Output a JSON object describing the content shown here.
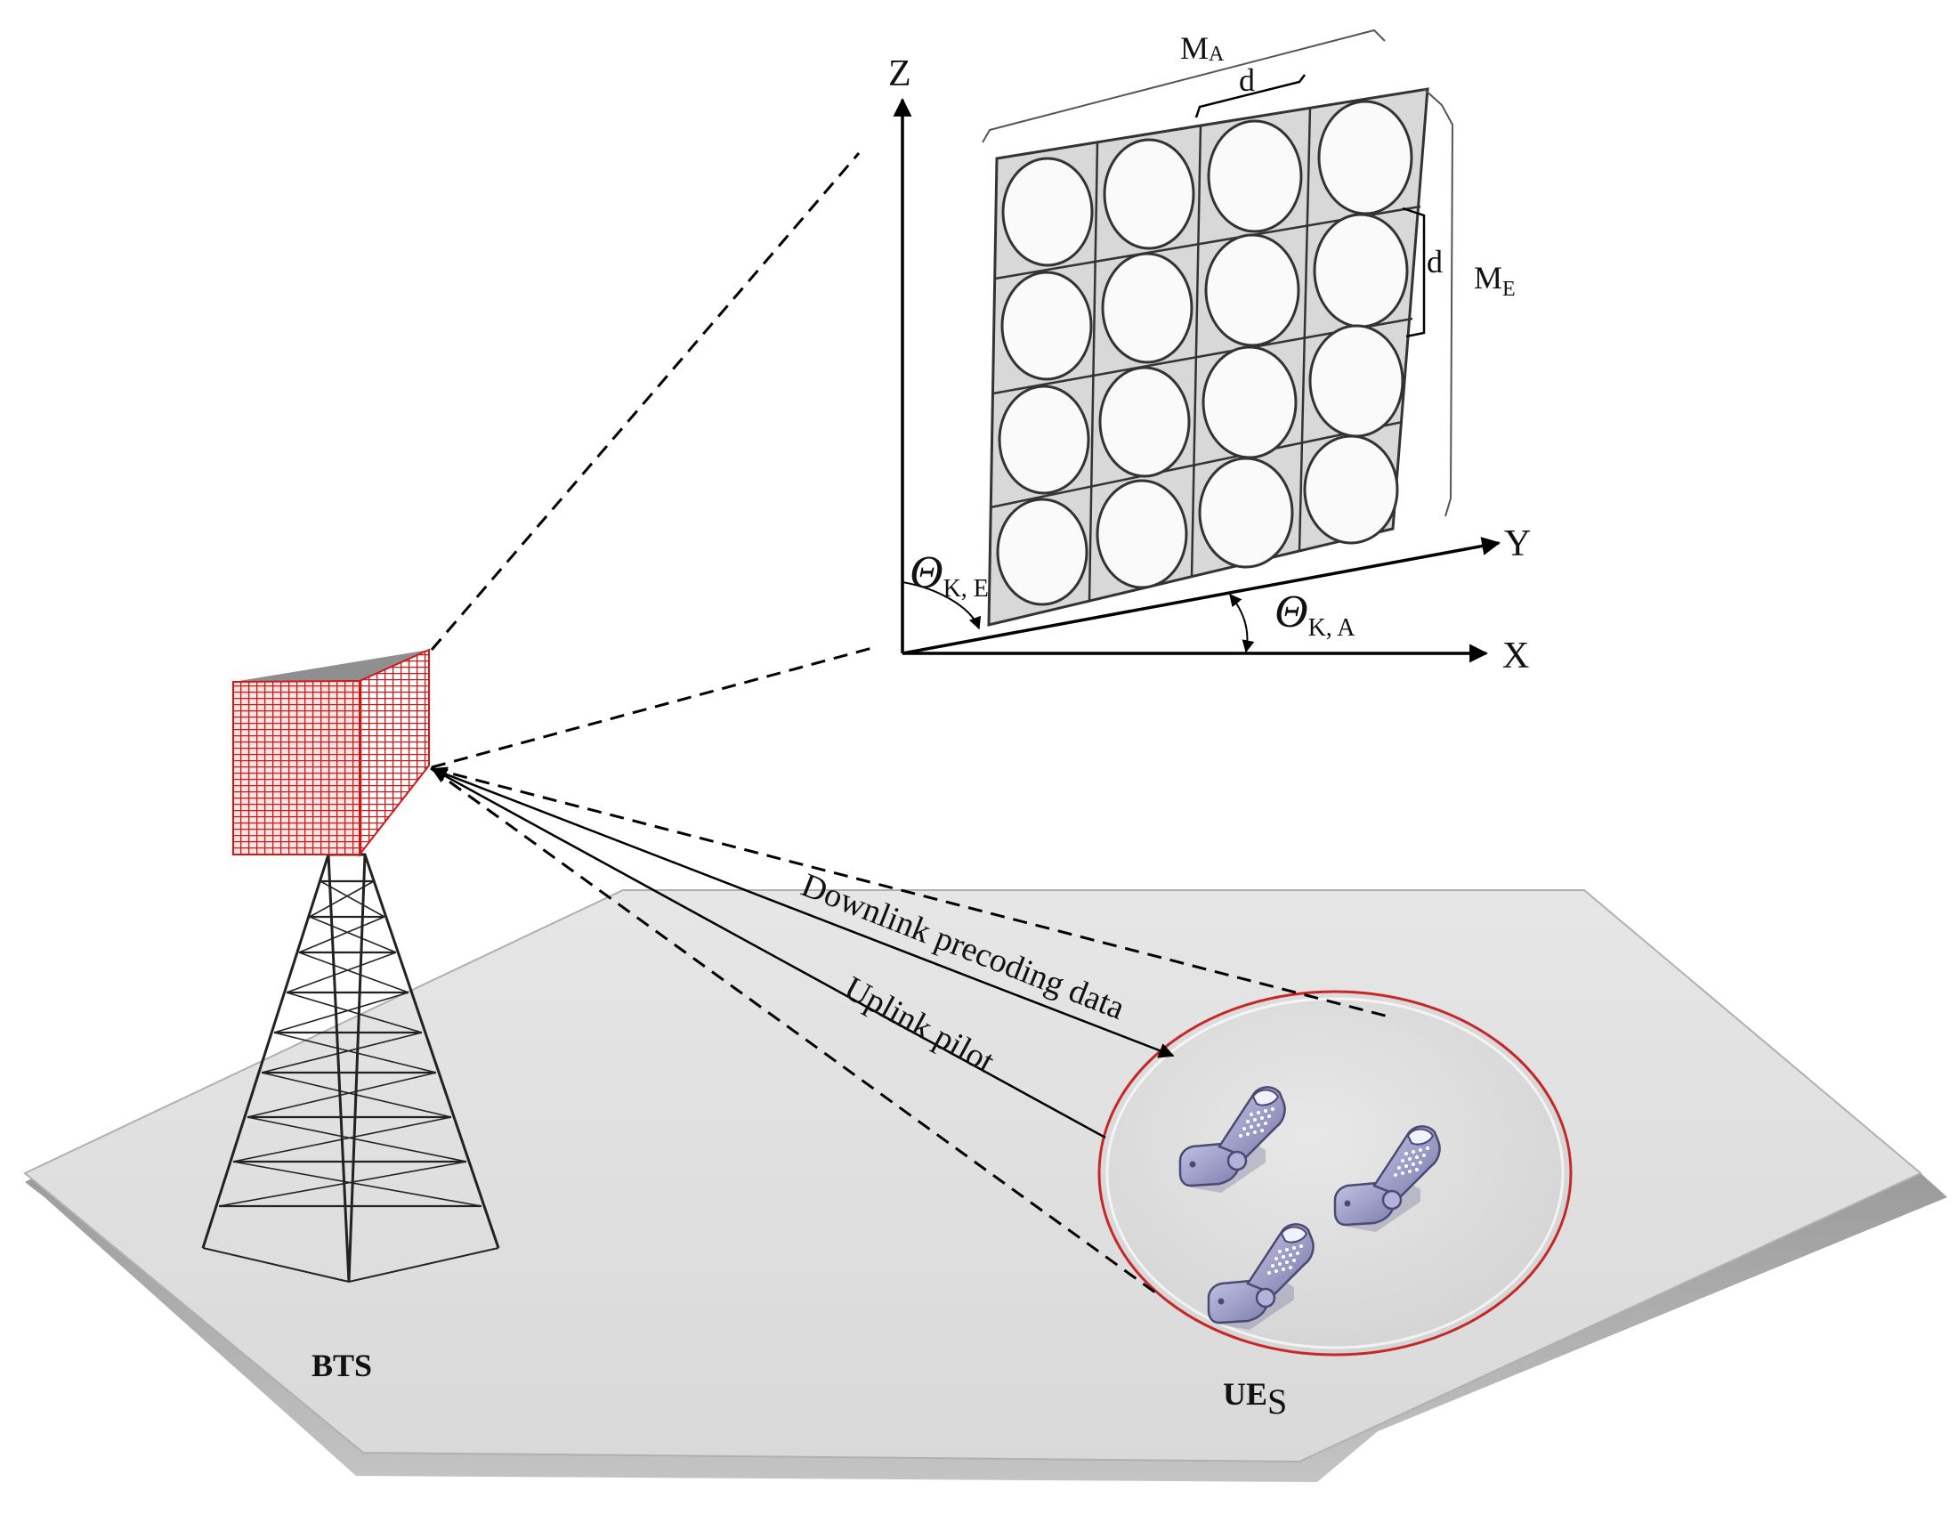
{
  "diagram": {
    "array": {
      "axis_z": "Z",
      "axis_y": "Y",
      "axis_x": "X",
      "width_symbol": "M",
      "width_subscript": "A",
      "height_symbol": "M",
      "height_subscript": "E",
      "spacing_h": "d",
      "spacing_v": "d",
      "elevation_symbol": "Θ",
      "elevation_subscript": "K, E",
      "azimuth_symbol": "Θ",
      "azimuth_subscript": "K, A",
      "rows": 4,
      "cols": 4
    },
    "links": {
      "downlink": "Downlink precoding data",
      "uplink": "Uplink pilot"
    },
    "bts_label": "BTS",
    "ues_label": "UE",
    "ues_subscript": "S",
    "colors": {
      "antenna_panel": "#d01818",
      "ground": "#e0e0e0",
      "ground_edge": "#8e8e8e",
      "ue_ring": "#c62828",
      "phone_body": "#9a9ac4"
    }
  }
}
